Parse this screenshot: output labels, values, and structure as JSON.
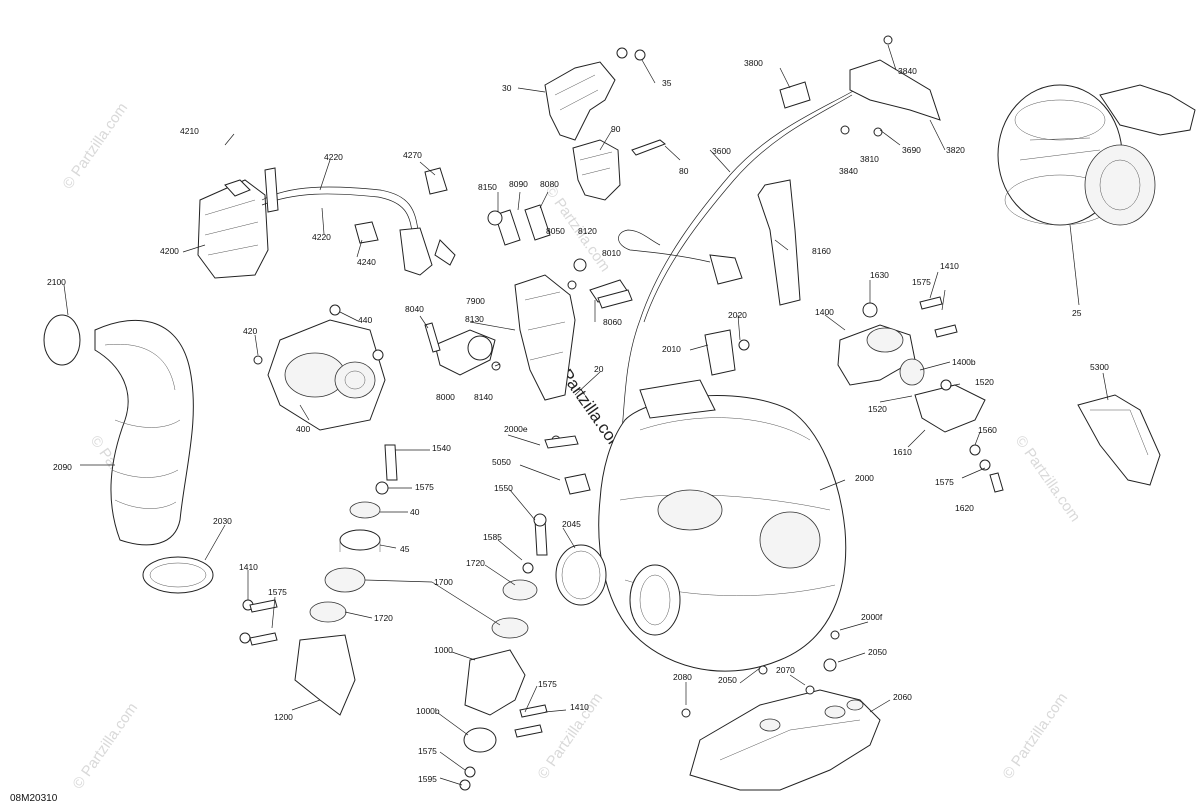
{
  "diagram_code": "08M20310",
  "watermarks": {
    "small": "© Partzilla.com",
    "center": "© Partzilla.com"
  },
  "labels": {
    "l30": "30",
    "l35": "35",
    "l90": "90",
    "l80": "80",
    "l3800": "3800",
    "l3840a": "3840",
    "l3820": "3820",
    "l3690": "3690",
    "l3810": "3810",
    "l3840b": "3840",
    "l3600": "3600",
    "l25": "25",
    "l4210": "4210",
    "l4220a": "4220",
    "l4270": "4270",
    "l4200": "4200",
    "l4220b": "4220",
    "l4240": "4240",
    "l8150": "8150",
    "l8090": "8090",
    "l8080": "8080",
    "l8050": "8050",
    "l8120": "8120",
    "l8010": "8010",
    "l8160": "8160",
    "l2100": "2100",
    "l420": "420",
    "l440": "440",
    "l400": "400",
    "l8040": "8040",
    "l8130": "8130",
    "l8000": "8000",
    "l8140": "8140",
    "l7900": "7900",
    "l8060": "8060",
    "l2020": "2020",
    "l2010": "2010",
    "l20": "20",
    "l1630": "1630",
    "l1410a": "1410",
    "l1575a": "1575",
    "l1400": "1400",
    "l1400b": "1400b",
    "l1520a": "1520",
    "l1520b": "1520",
    "l1610": "1610",
    "l1560": "1560",
    "l1575b": "1575",
    "l1620": "1620",
    "l5300": "5300",
    "l2090": "2090",
    "l2030": "2030",
    "l1540": "1540",
    "l1575c": "1575",
    "l40": "40",
    "l45": "45",
    "l1700": "1700",
    "l1720a": "1720",
    "l2000e": "2000e",
    "l5050": "5050",
    "l1550": "1550",
    "l2000": "2000",
    "l2045": "2045",
    "l1585": "1585",
    "l1720b": "1720",
    "l1410b": "1410",
    "l1575d": "1575",
    "l1200": "1200",
    "l1000": "1000",
    "l1575e": "1575",
    "l1410c": "1410",
    "l1000b": "1000b",
    "l1575f": "1575",
    "l1595": "1595",
    "l2000f": "2000f",
    "l2050a": "2050",
    "l2070": "2070",
    "l2050b": "2050",
    "l2080": "2080",
    "l2060": "2060"
  }
}
